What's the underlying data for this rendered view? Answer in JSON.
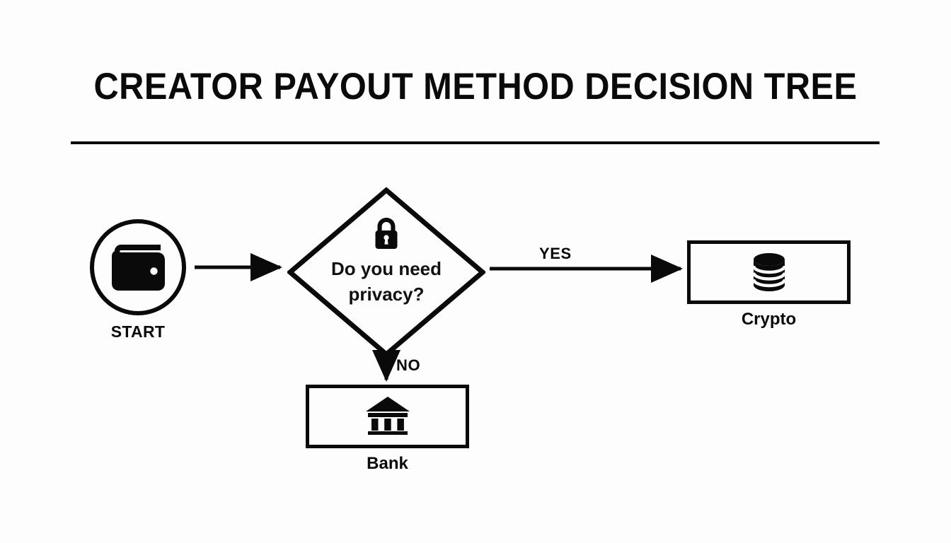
{
  "page": {
    "title": "CREATOR PAYOUT METHOD DECISION TREE",
    "background_color": "#fdfdfd",
    "ink_color": "#0a0a0a"
  },
  "diagram": {
    "type": "decision-tree",
    "start": {
      "label": "START",
      "icon": "wallet-icon",
      "shape": "circle"
    },
    "decision": {
      "question_line1": "Do you need",
      "question_line2": "privacy?",
      "icon": "lock-icon",
      "shape": "diamond"
    },
    "edges": [
      {
        "label": "YES",
        "from": "decision",
        "to": "crypto",
        "direction": "right"
      },
      {
        "label": "NO",
        "from": "decision",
        "to": "bank",
        "direction": "down"
      }
    ],
    "outcomes": [
      {
        "id": "crypto",
        "label": "Crypto",
        "icon": "coin-stack-icon",
        "shape": "rectangle"
      },
      {
        "id": "bank",
        "label": "Bank",
        "icon": "bank-building-icon",
        "shape": "rectangle"
      }
    ]
  }
}
